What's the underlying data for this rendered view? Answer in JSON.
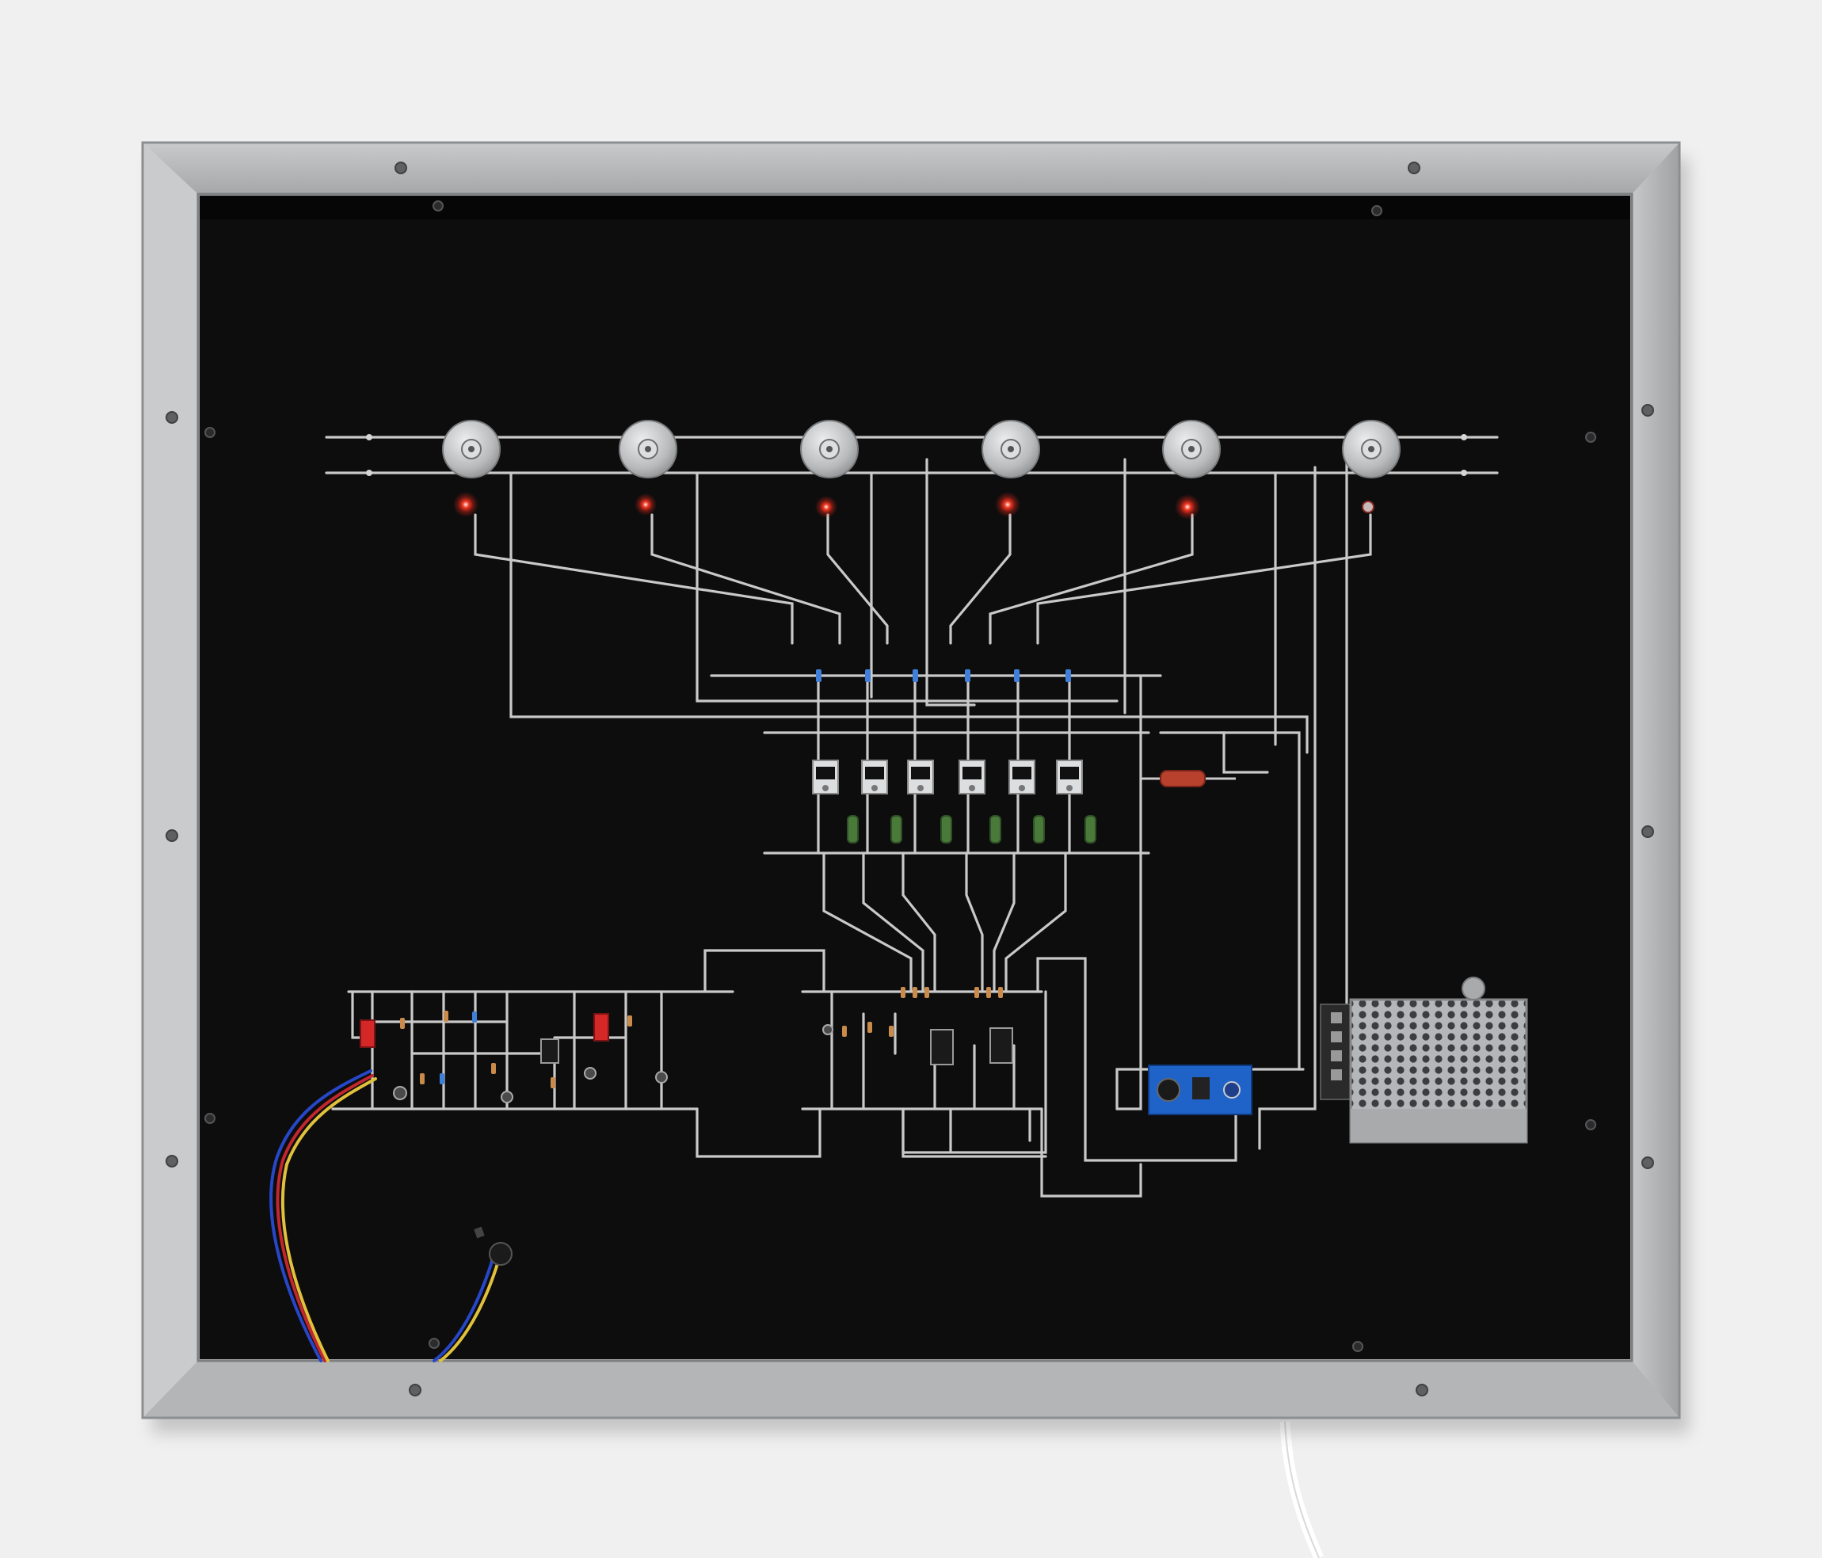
{
  "scene": {
    "subject": "circuit-sculpture-in-frame",
    "colors": {
      "wall": "#ebebeb",
      "frame": "#b9bbbd",
      "frame_inner": "#8f9193",
      "panel": "#0d0d0d",
      "wire": "#c9c9c9",
      "led_red": "#ff2a1a",
      "motor": "#c4c6c8",
      "regulator_board": "#1f63c9",
      "psu": "#a7a9ab",
      "cable_red": "#c2262e",
      "cable_blue": "#2747c8",
      "cable_yellow": "#e1c13c"
    },
    "motors": [
      {
        "id": "motor-1",
        "led_on": true
      },
      {
        "id": "motor-2",
        "led_on": true
      },
      {
        "id": "motor-3",
        "led_on": true
      },
      {
        "id": "motor-4",
        "led_on": true
      },
      {
        "id": "motor-5",
        "led_on": true
      },
      {
        "id": "motor-6",
        "led_on": false
      }
    ],
    "transistor_count": 6,
    "coil_count": 6,
    "ic_count": 3
  }
}
